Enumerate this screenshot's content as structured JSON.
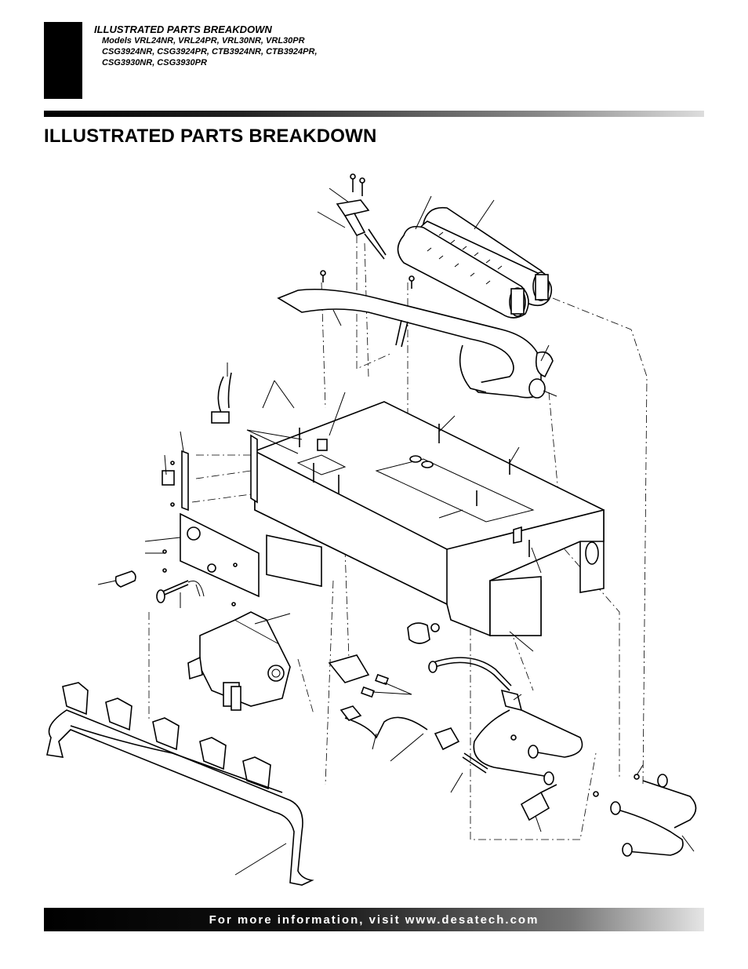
{
  "header": {
    "section_title": "ILLUSTRATED PARTS BREAKDOWN",
    "models_line1": "Models VRL24NR, VRL24PR, VRL30NR, VRL30PR",
    "models_line2": "CSG3924NR, CSG3924PR, CTB3924NR, CTB3924PR,",
    "models_line3": "CSG3930NR, CSG3930PR"
  },
  "page_title": "ILLUSTRATED PARTS BREAKDOWN",
  "footer": {
    "text": "For more information, visit www.desatech.com"
  },
  "colors": {
    "ink": "#000000",
    "paper": "#ffffff"
  }
}
